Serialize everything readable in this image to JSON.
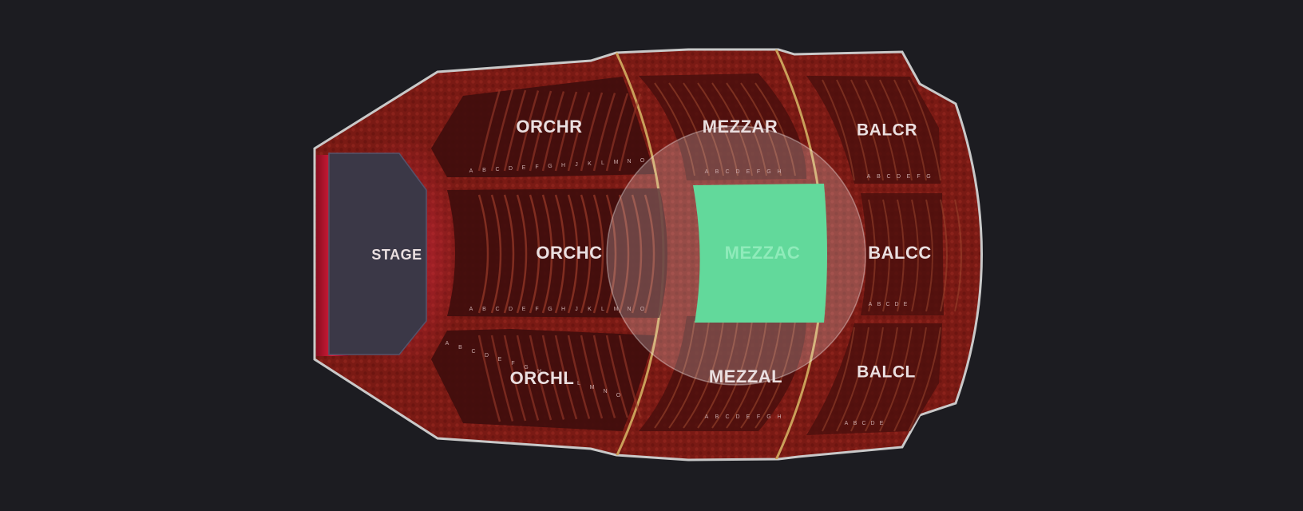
{
  "stage_label": "STAGE",
  "sections": {
    "orch_r": "ORCHR",
    "orch_c": "ORCHC",
    "orch_l": "ORCHL",
    "mezz_r": "MEZZAR",
    "mezz_c": "MEZZAC",
    "mezz_l": "MEZZAL",
    "balc_r": "BALCR",
    "balc_c": "BALCC",
    "balc_l": "BALCL"
  },
  "selected_section": "MEZZAC",
  "row_letters": {
    "orch": [
      "A",
      "B",
      "C",
      "D",
      "E",
      "F",
      "G",
      "H",
      "J",
      "K",
      "L",
      "M",
      "N",
      "O"
    ],
    "mezz": [
      "A",
      "B",
      "C",
      "D",
      "E",
      "F",
      "G",
      "H"
    ],
    "balc": [
      "A",
      "B",
      "C",
      "D",
      "E",
      "F",
      "G"
    ]
  },
  "colors": {
    "background": "#1c1c21",
    "venue_red": "#7a1a14",
    "section_dark": "#3e0d0c",
    "stage": "#3b3847",
    "curtain": "#c0142e",
    "highlight_green": "#62d99b",
    "outline": "#c9c9c9"
  }
}
